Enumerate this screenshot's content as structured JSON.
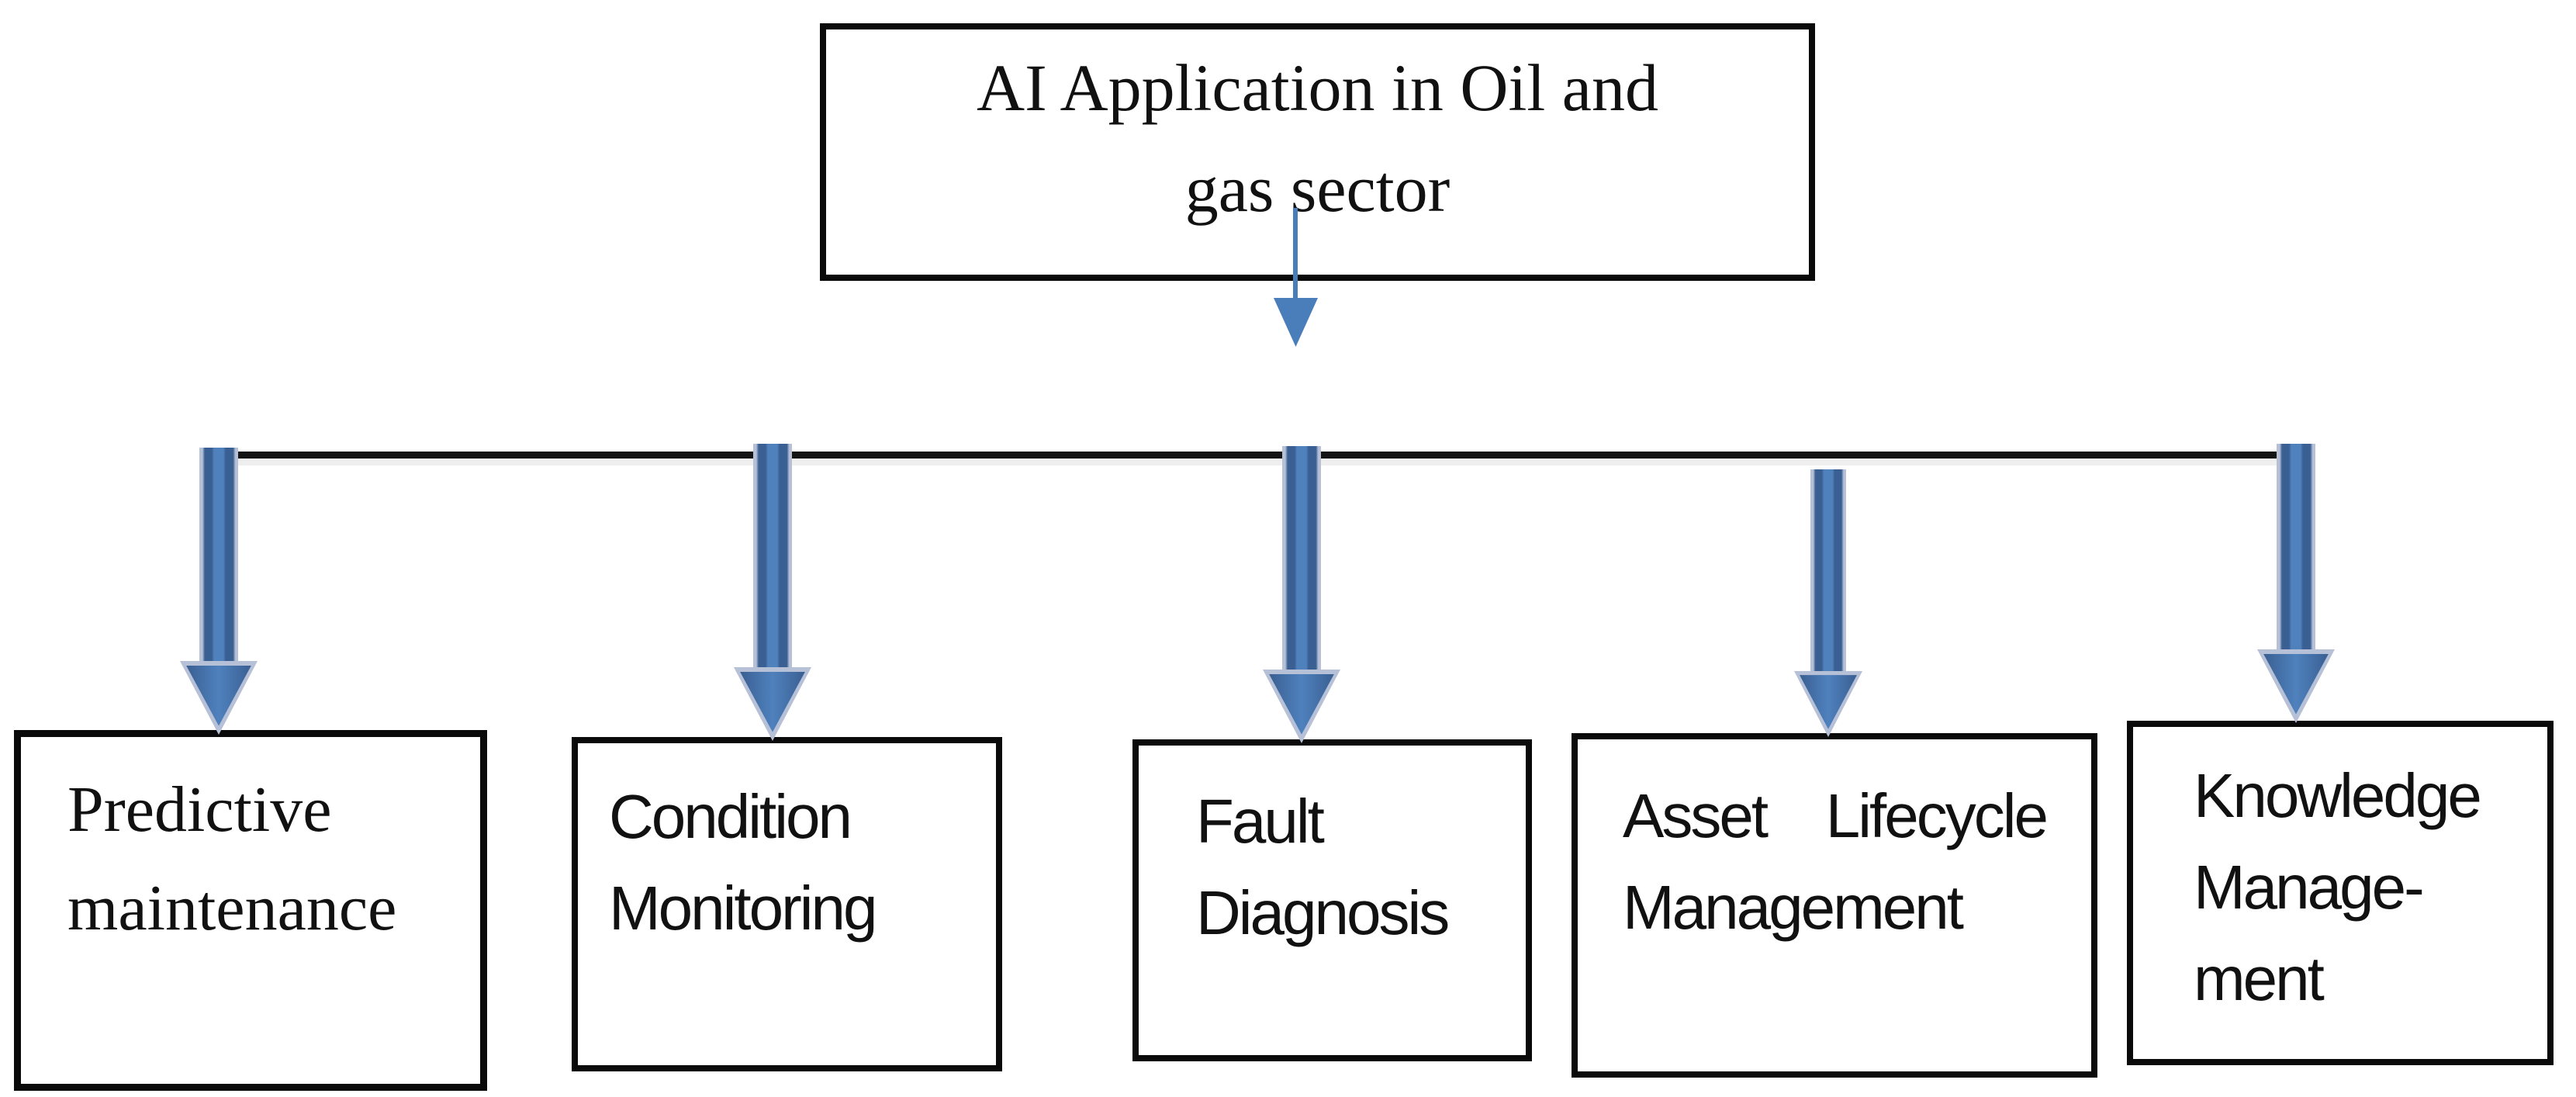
{
  "page": {
    "title": "AI Application in Oil and gas sector"
  },
  "colors": {
    "arrow_fill": "#4f81bd",
    "arrow_edge_dark": "#3a5f92",
    "arrow_edge_light": "#b6c0d6",
    "thin_arrow_blue": "#4a7ebb",
    "box_border": "#0a0a0a",
    "hline": "#141414",
    "background": "#ffffff"
  },
  "icons": {
    "root_connector": "thin-down-arrow-icon",
    "child_connector": "thick-down-arrow-icon"
  },
  "root_box": {
    "label": "AI Application in Oil and gas sector",
    "lines": [
      "AI Application in Oil and",
      "gas sector"
    ]
  },
  "children": [
    {
      "label": "Predictive maintenance",
      "lines": [
        "Predictive",
        "maintenance"
      ]
    },
    {
      "label": "Condition Monitoring",
      "lines": [
        "Condition",
        "Monitoring"
      ]
    },
    {
      "label": "Fault Diagnosis",
      "lines": [
        "Fault",
        "Diagnosis"
      ]
    },
    {
      "label": "Asset Lifecycle Management",
      "lines": [
        "Asset Lifecycle",
        "Management"
      ]
    },
    {
      "label": "Knowledge Management",
      "lines": [
        "Knowledge",
        "Manage-",
        "ment"
      ]
    }
  ]
}
